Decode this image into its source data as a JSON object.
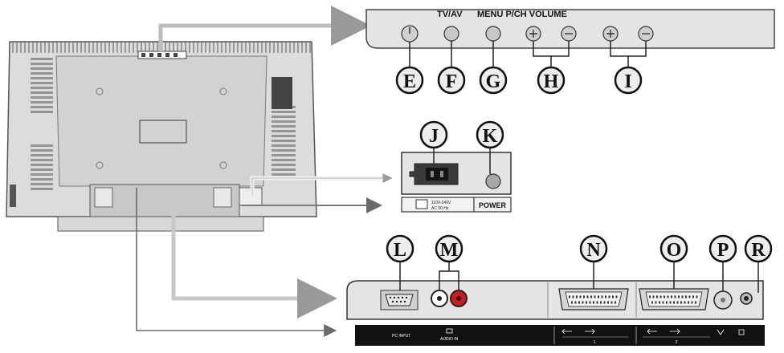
{
  "top_panel": {
    "tvav_label": "TV/AV",
    "menu_pch_volume_label": "MENU P/CH VOLUME"
  },
  "callouts": {
    "E": "E",
    "F": "F",
    "G": "G",
    "H": "H",
    "I": "I",
    "J": "J",
    "K": "K",
    "L": "L",
    "M": "M",
    "N": "N",
    "O": "O",
    "P": "P",
    "R": "R"
  },
  "power_panel": {
    "power_label": "POWER",
    "ac_label_line1": "110V-240V",
    "ac_label_line2": "AC 50 Hz"
  },
  "bottom_strip": {
    "pc_input": "PC INPUT",
    "audio_in": "AUDIO IN",
    "scart_1": "1",
    "scart_2": "2"
  },
  "colors": {
    "arrow": "#9a9a9a",
    "panel": "#e4e4e4",
    "callout_fill": "#ededed",
    "rca_red": "#cc1b1b",
    "strip": "#111111"
  }
}
